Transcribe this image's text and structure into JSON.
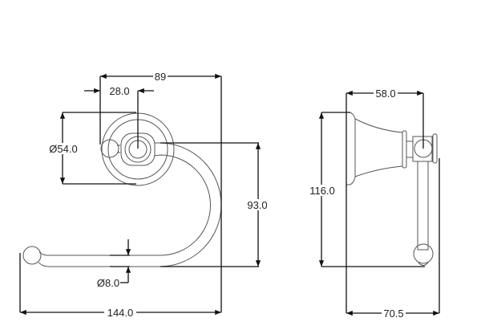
{
  "front_view": {
    "dim_overall_height_top": "89",
    "dim_offset": "28.0",
    "dim_rosette_diameter": "Ø54.0",
    "dim_drop": "93.0",
    "dim_bar_diameter": "Ø8.0",
    "dim_overall_width": "144.0"
  },
  "side_view": {
    "dim_projection_axis": "58.0",
    "dim_height": "116.0",
    "dim_overall_projection": "70.5"
  }
}
